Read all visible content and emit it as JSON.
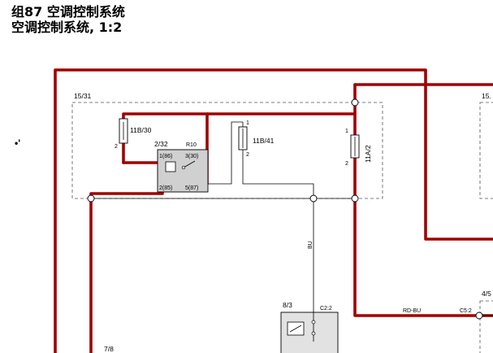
{
  "header": {
    "title": "组87 空调控制系统",
    "subtitle": "空调控制系统, 1:2"
  },
  "diagram": {
    "connector_15_31": "15/31",
    "connector_15_right": "15.",
    "fuse_11B_30": "11B/30",
    "fuse_11B_30_pin": "2",
    "relay_ref": "2/32",
    "relay_code": "R10",
    "relay_pin_86": "1(86)",
    "relay_pin_30": "3(30)",
    "relay_pin_85": "2(85)",
    "relay_pin_87": "5(87)",
    "fuse_11B_41": "11B/41",
    "fuse_11B_41_pin1": "1",
    "fuse_11B_41_pin2": "2",
    "fuse_11A_2": "11A/2",
    "fuse_11A_2_pin1": "1",
    "fuse_11A_2_pin2": "2",
    "wire_bu": "BU",
    "component_8_3": "8/3",
    "connector_c2_2": "C2:2",
    "wire_rd_bu": "RD-BU",
    "connector_c5_2": "C5:2",
    "connector_4_5": "4/5",
    "connector_7_8": "7/8",
    "mark": "•'",
    "colors": {
      "power_wire": "#a00000",
      "signal_wire": "#000000",
      "relay_box": "#d0d0d0"
    }
  }
}
